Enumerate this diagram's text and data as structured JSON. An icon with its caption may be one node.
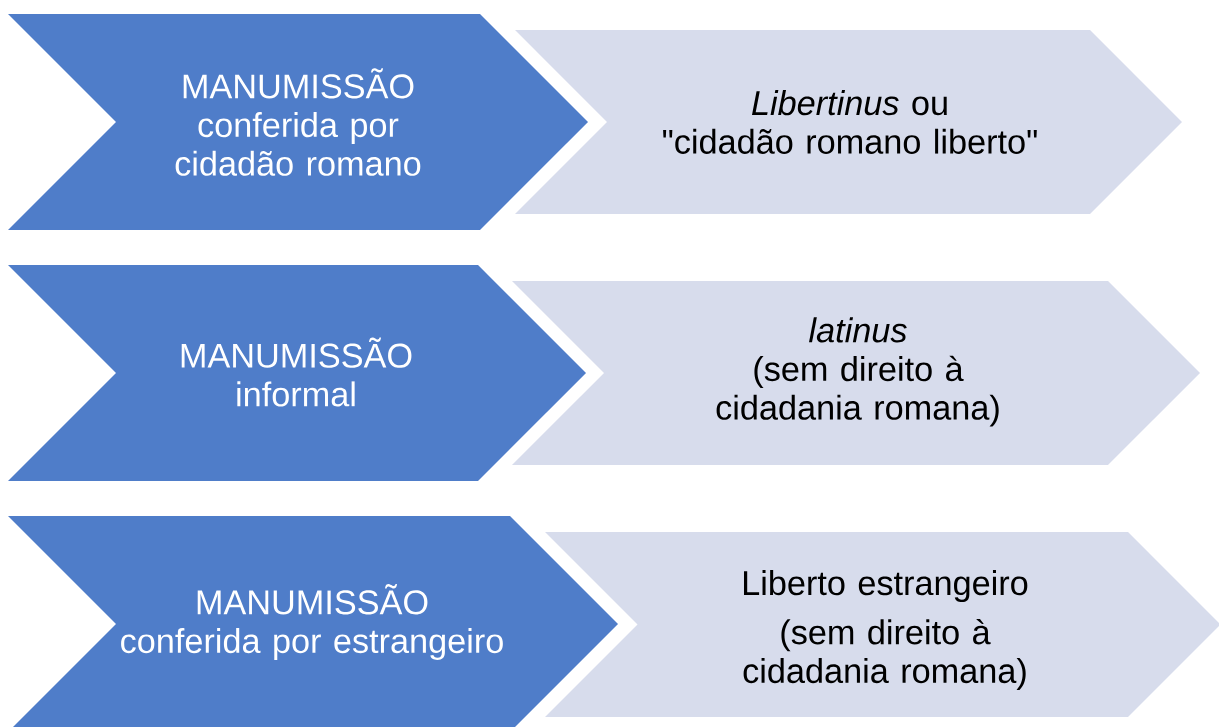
{
  "diagram": {
    "nodes": [
      {
        "text": [
          "MANUMISSÃO",
          "conferida por cidadão romano"
        ]
      },
      {
        "text": [
          "*Libertinus* ou",
          "\"cidadão romano liberto\""
        ]
      },
      {
        "text": [
          "MANUMISSÃO",
          "informal"
        ]
      },
      {
        "text": [
          "latinus",
          "(sem direito à cidadania romana)"
        ]
      },
      {
        "text": [
          "MANUMISSÃO",
          "conferida por estrangeiro"
        ]
      },
      {
        "text": [
          "Liberto estrangeiro",
          "(sem direito à cidadania romana)"
        ]
      }
    ]
  }
}
